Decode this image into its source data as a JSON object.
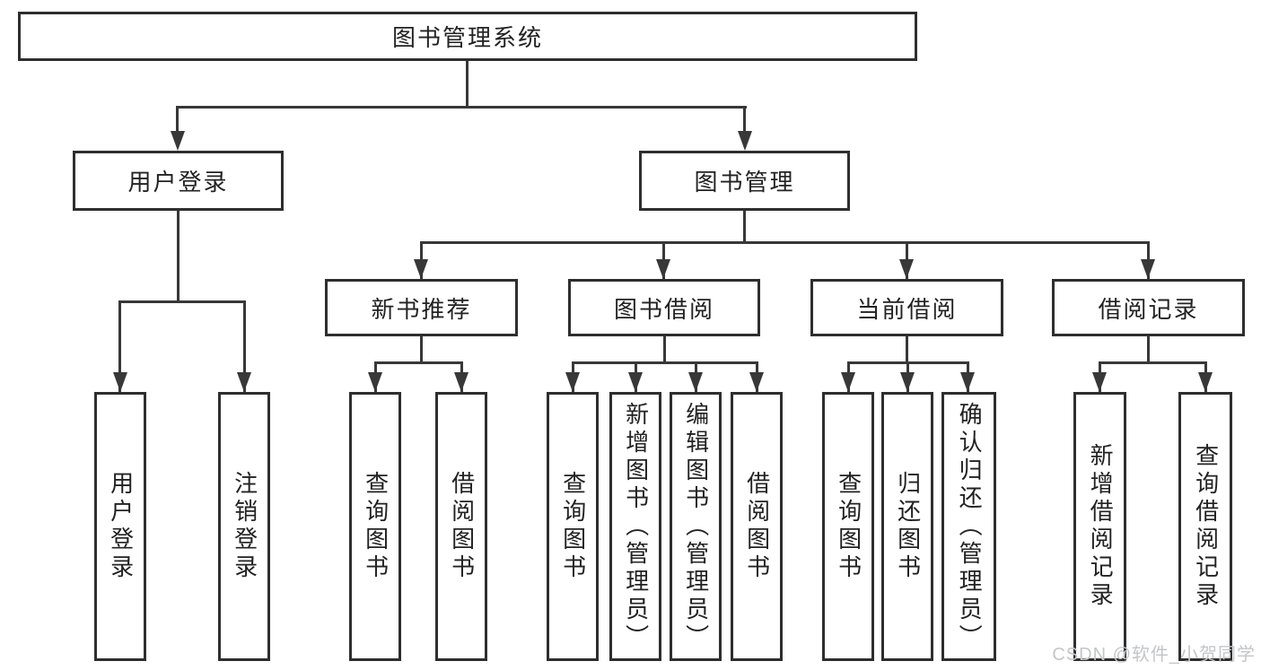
{
  "page": {
    "watermark": "CSDN @软件_小贺同学"
  },
  "colors": {
    "line": "#383838",
    "box_border": "#2e2e2e",
    "text": "#222222",
    "watermark": "#c3c6c9",
    "background": "#ffffff"
  },
  "tree": {
    "root": {
      "label": "图书管理系统"
    },
    "branches": {
      "user_login": {
        "label": "用户登录",
        "children": [
          "用户登录",
          "注销登录"
        ]
      },
      "book_mgmt": {
        "label": "图书管理",
        "groups": {
          "new_books": {
            "label": "新书推荐",
            "children": [
              "查询图书",
              "借阅图书"
            ]
          },
          "borrowing": {
            "label": "图书借阅",
            "children": [
              "查询图书",
              "新增图书（管理员）",
              "编辑图书（管理员）",
              "借阅图书"
            ]
          },
          "current": {
            "label": "当前借阅",
            "children": [
              "查询图书",
              "归还图书",
              "确认归还（管理员）"
            ]
          },
          "records": {
            "label": "借阅记录",
            "children": [
              "新增借阅记录",
              "查询借阅记录"
            ]
          }
        }
      }
    }
  }
}
